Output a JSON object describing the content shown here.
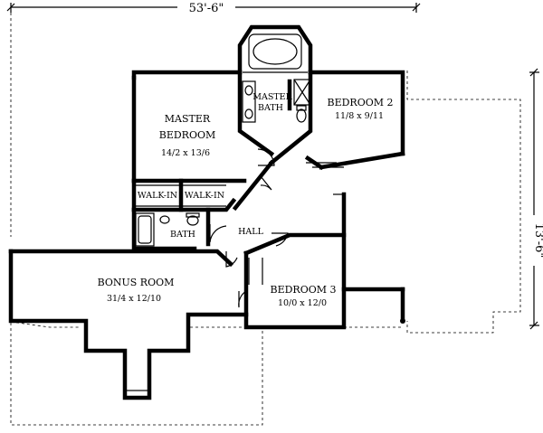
{
  "dimensions": {
    "width": "53'-6\"",
    "depth": "13'-6\""
  },
  "rooms": {
    "master_bedroom": {
      "name_line1": "MASTER",
      "name_line2": "BEDROOM",
      "size": "14/2 x 13/6"
    },
    "master_bath": {
      "name_line1": "MASTER",
      "name_line2": "BATH"
    },
    "bedroom2": {
      "name": "BEDROOM 2",
      "size": "11/8 x 9/11"
    },
    "walkin1": {
      "name": "WALK-IN"
    },
    "walkin2": {
      "name": "WALK-IN"
    },
    "bath": {
      "name": "BATH"
    },
    "hall": {
      "name": "HALL"
    },
    "bonus_room": {
      "name": "BONUS ROOM",
      "size": "31/4 x 12/10"
    },
    "bedroom3": {
      "name": "BEDROOM 3",
      "size": "10/0 x 12/0"
    }
  }
}
